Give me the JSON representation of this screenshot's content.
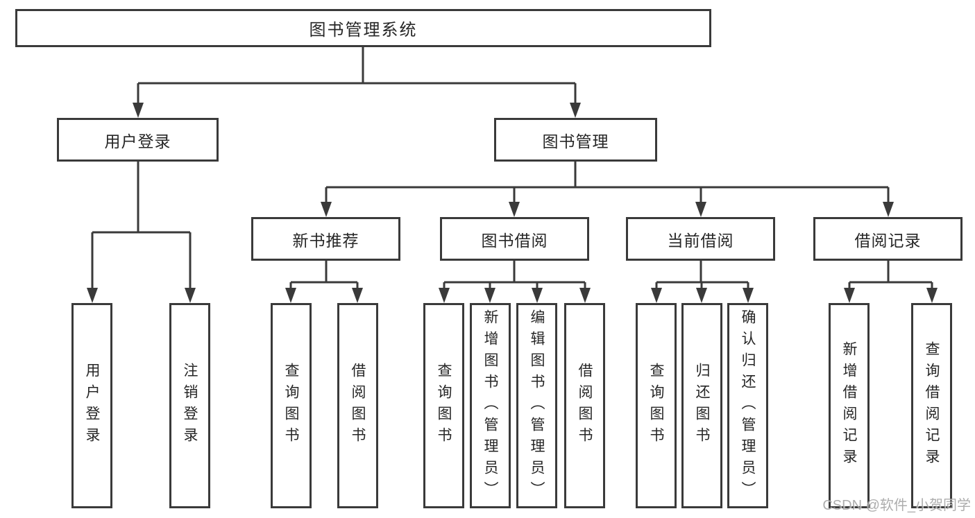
{
  "colors": {
    "line": "#3a3a3a",
    "text": "#262626",
    "watermark": "#9f9f9f",
    "bg": "#ffffff"
  },
  "watermark": {
    "text": "CSDN @软件_小贺同学"
  },
  "tree": {
    "label": "图书管理系统",
    "children": [
      {
        "label": "用户登录",
        "children": [
          {
            "label": "用户登录"
          },
          {
            "label": "注销登录"
          }
        ]
      },
      {
        "label": "图书管理",
        "children": [
          {
            "label": "新书推荐",
            "children": [
              {
                "label": "查询图书"
              },
              {
                "label": "借阅图书"
              }
            ]
          },
          {
            "label": "图书借阅",
            "children": [
              {
                "label": "查询图书"
              },
              {
                "label": "新增图书（管理员）"
              },
              {
                "label": "编辑图书（管理员）"
              },
              {
                "label": "借阅图书"
              }
            ]
          },
          {
            "label": "当前借阅",
            "children": [
              {
                "label": "查询图书"
              },
              {
                "label": "归还图书"
              },
              {
                "label": "确认归还（管理员）"
              }
            ]
          },
          {
            "label": "借阅记录",
            "children": [
              {
                "label": "新增借阅记录"
              },
              {
                "label": "查询借阅记录"
              }
            ]
          }
        ]
      }
    ]
  }
}
